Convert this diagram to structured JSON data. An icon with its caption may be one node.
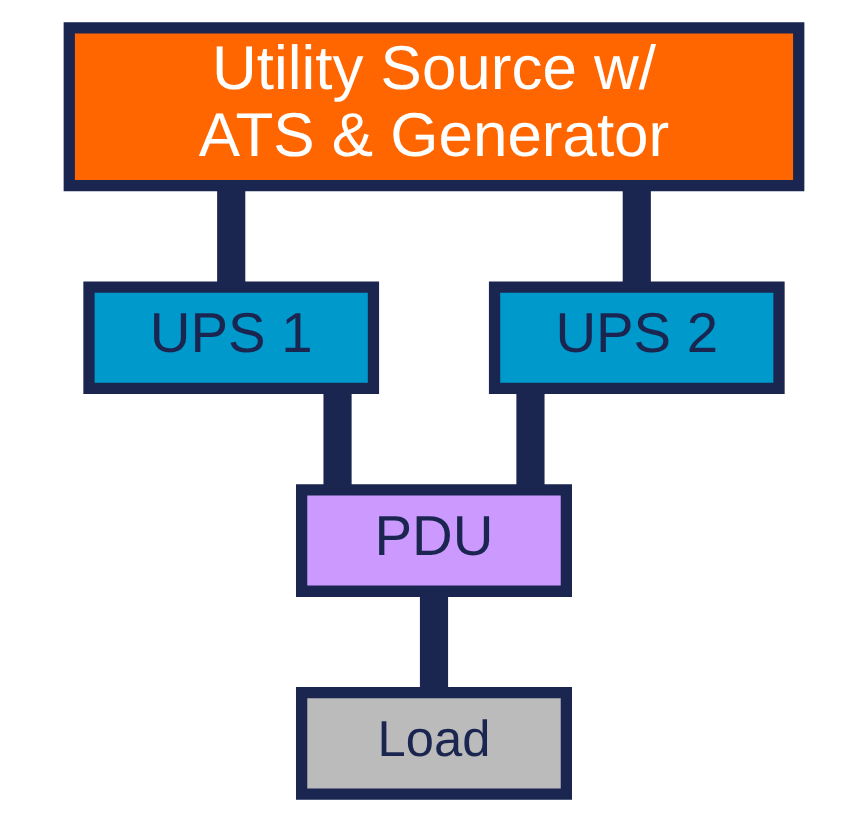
{
  "diagram": {
    "nodes": [
      {
        "text": [
          "Utility Source w/ ATS & Generator"
        ]
      },
      {
        "text": [
          "UPS 1"
        ]
      },
      {
        "text": [
          "UPS 2"
        ]
      },
      {
        "text": [
          "PDU"
        ]
      },
      {
        "text": [
          "Load"
        ]
      }
    ],
    "edges": [
      {
        "from": 0,
        "to": 1,
        "arrow": "none"
      },
      {
        "from": 0,
        "to": 2,
        "arrow": "none"
      },
      {
        "from": 1,
        "to": 3,
        "arrow": "none"
      },
      {
        "from": 2,
        "to": 3,
        "arrow": "none"
      },
      {
        "from": 3,
        "to": 4,
        "arrow": "none"
      }
    ]
  }
}
